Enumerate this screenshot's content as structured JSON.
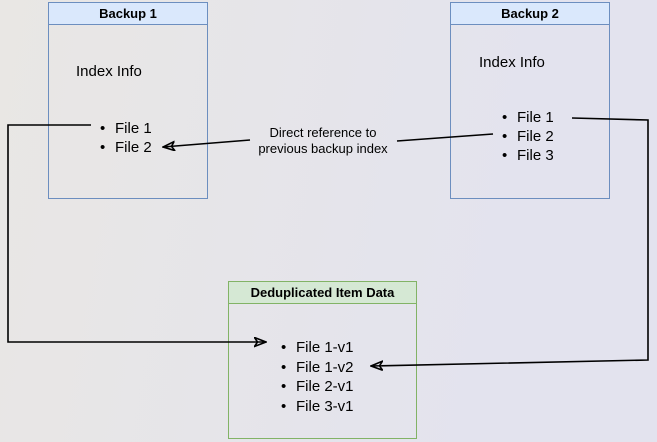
{
  "diagram": {
    "backup1": {
      "title": "Backup 1",
      "subtitle": "Index Info",
      "files": [
        "File 1",
        "File 2"
      ]
    },
    "backup2": {
      "title": "Backup 2",
      "subtitle": "Index Info",
      "files": [
        "File 1",
        "File 2",
        "File 3"
      ]
    },
    "dedup": {
      "title": "Deduplicated Item Data",
      "files": [
        "File 1-v1",
        "File 1-v2",
        "File 2-v1",
        "File 3-v1"
      ]
    },
    "annotation": {
      "line1": "Direct reference to",
      "line2": "previous backup index"
    }
  },
  "icons": {
    "bullet": "•"
  },
  "colors": {
    "blue_fill": "#dae8fc",
    "blue_border": "#6c8ebf",
    "green_fill": "#d5e8d4",
    "green_border": "#82b366",
    "arrow": "#000000",
    "text": "#000000",
    "bg_left": "#e9e7e4",
    "bg_right": "#e3e3ee"
  }
}
